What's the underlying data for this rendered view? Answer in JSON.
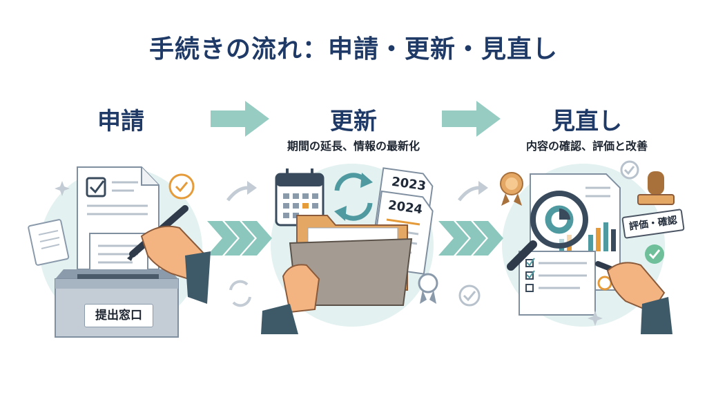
{
  "title": "手続きの流れ：申請・更新・見直し",
  "steps": [
    {
      "title": "申請",
      "subtitle": "",
      "label": "提出窓口"
    },
    {
      "title": "更新",
      "subtitle": "期間の延長、情報の最新化",
      "years": [
        "2023",
        "2024"
      ]
    },
    {
      "title": "見直し",
      "subtitle": "内容の確認、評価と改善",
      "stamp": "評価・確認"
    }
  ],
  "colors": {
    "title": "#1f3a66",
    "arrow": "#8cc7bd",
    "circle": "#e3f1f1",
    "check": "#e59b3a",
    "hand": "#f3b482",
    "sleeve": "#3e5a68"
  }
}
